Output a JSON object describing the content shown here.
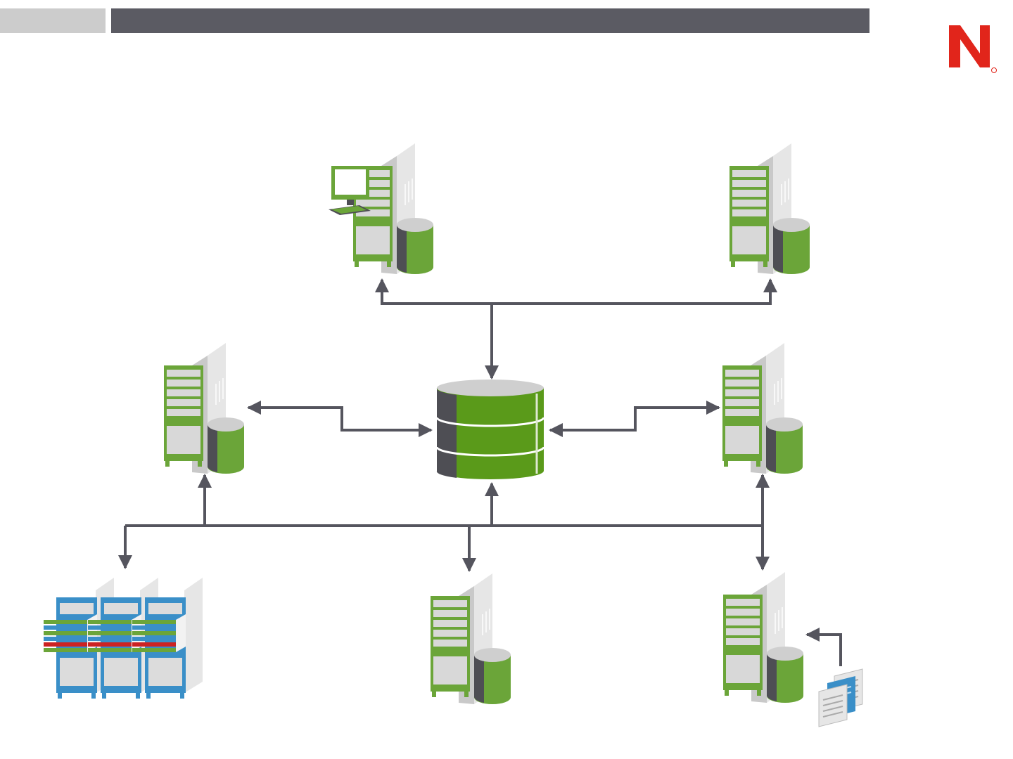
{
  "header": {
    "left_color": "#cccccc",
    "bar_color": "#5b5b63"
  },
  "logo": {
    "letter": "N",
    "color": "#e1251b",
    "mark": "®"
  },
  "colors": {
    "server_green": "#6ba539",
    "server_green_dark": "#4d8a24",
    "server_gray": "#d8d8d8",
    "server_side": "#c9c9c9",
    "db_green": "#5a9a1a",
    "db_dark": "#4e4e54",
    "db_top": "#cfcfcf",
    "rack_blue": "#3a8fc8",
    "arrow": "#55555e"
  },
  "nodes": [
    {
      "name": "admin-workstation-server",
      "icon": "server-with-monitor-icon"
    },
    {
      "name": "server-top-right",
      "icon": "server-with-database-icon"
    },
    {
      "name": "server-middle-left",
      "icon": "server-with-database-icon"
    },
    {
      "name": "central-database",
      "icon": "database-icon"
    },
    {
      "name": "server-middle-right",
      "icon": "server-with-database-icon"
    },
    {
      "name": "server-rack-cluster",
      "icon": "server-rack-icon"
    },
    {
      "name": "server-bottom-middle",
      "icon": "server-with-database-icon"
    },
    {
      "name": "server-bottom-right",
      "icon": "server-with-database-icon"
    },
    {
      "name": "documents",
      "icon": "documents-icon"
    }
  ]
}
